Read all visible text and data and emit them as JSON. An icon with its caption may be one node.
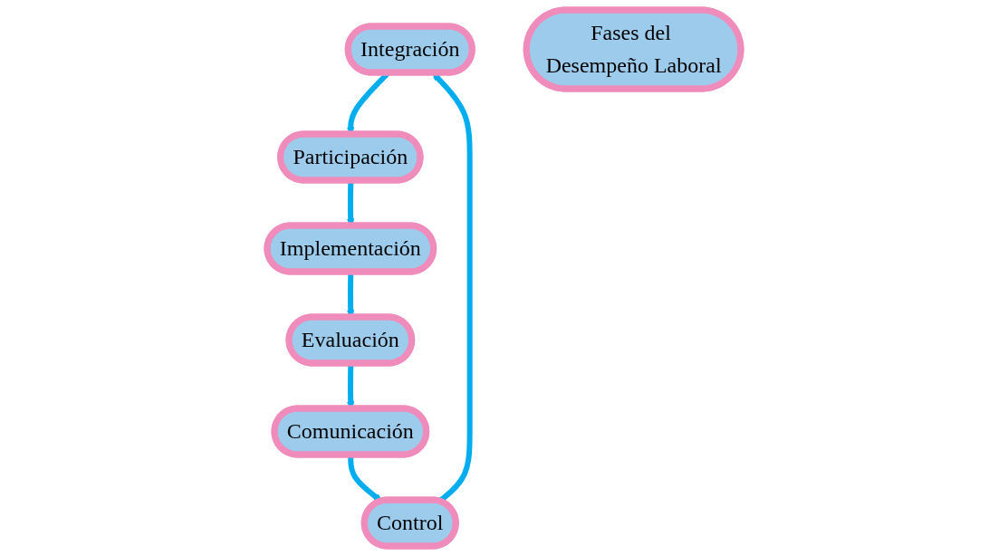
{
  "diagram": {
    "nodes": [
      {
        "text": [
          "Integración"
        ]
      },
      {
        "text": [
          "Participación"
        ]
      },
      {
        "text": [
          "Control"
        ]
      },
      {
        "text": [
          "Fases del Desempeño Laboral"
        ]
      },
      {
        "text": [
          "Implementación"
        ]
      },
      {
        "text": [
          "Comunicación"
        ]
      },
      {
        "text": [
          "Evaluación"
        ]
      }
    ],
    "edges": [
      {
        "from": 0,
        "to": 1,
        "arrow": "to"
      },
      {
        "from": 1,
        "to": 4,
        "arrow": "to"
      },
      {
        "from": 4,
        "to": 6,
        "arrow": "to"
      },
      {
        "from": 6,
        "to": 5,
        "arrow": "to"
      },
      {
        "from": 5,
        "to": 2,
        "arrow": "to"
      },
      {
        "from": 2,
        "to": 0,
        "arrow": "to"
      }
    ]
  }
}
